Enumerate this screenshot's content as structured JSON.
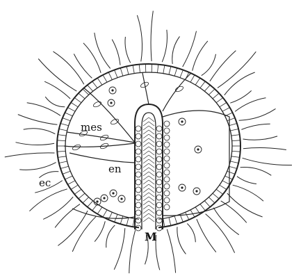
{
  "figure": {
    "labels": {
      "mes": "mes",
      "en": "en",
      "ec": "ec",
      "m": "M"
    }
  }
}
